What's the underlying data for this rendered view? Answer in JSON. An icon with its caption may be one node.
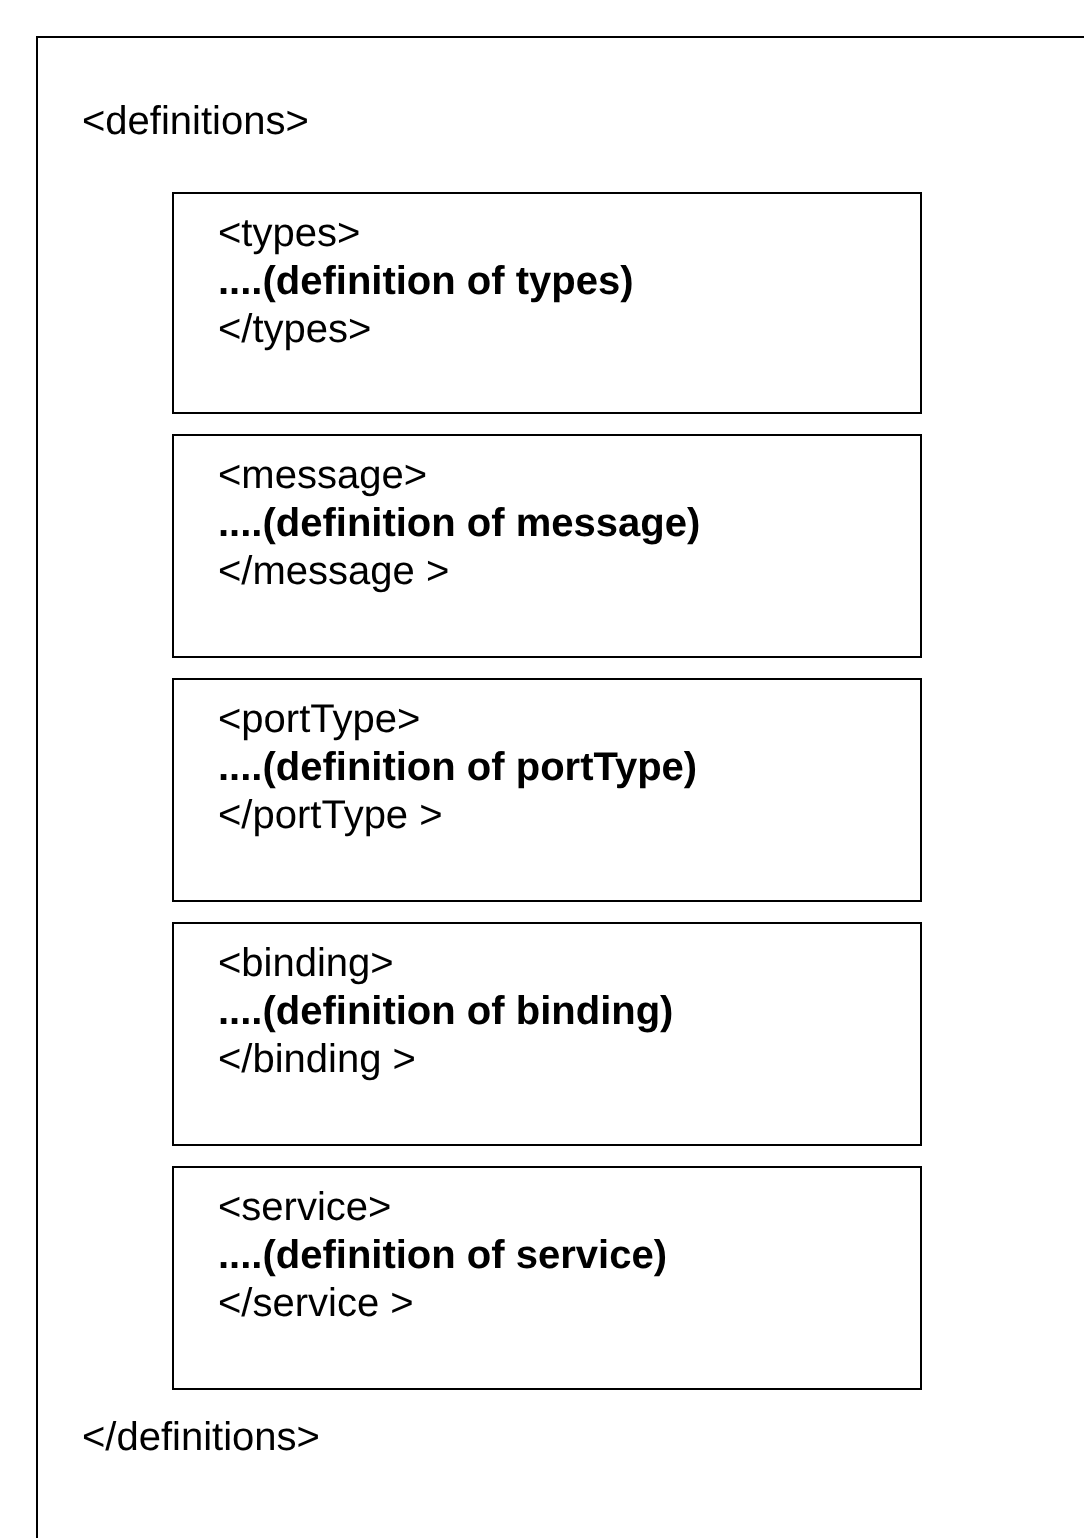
{
  "diagram": {
    "nodes": [
      {
        "text": [
          "<definitions>",
          "</definitions>"
        ]
      },
      {
        "text": [
          "<types>",
          "....(definition of types)",
          "</types>"
        ],
        "in": 0
      },
      {
        "text": [
          "<message>",
          "....(definition of message)",
          "</message >"
        ],
        "in": 0
      },
      {
        "text": [
          "<portType>",
          "....(definition of portType)",
          "</portType >"
        ],
        "in": 0
      },
      {
        "text": [
          "<binding>",
          "....(definition of binding)",
          "</binding >"
        ],
        "in": 0
      },
      {
        "text": [
          "<service>",
          "....(definition of service)",
          "</service >"
        ],
        "in": 0
      }
    ],
    "edges": []
  }
}
